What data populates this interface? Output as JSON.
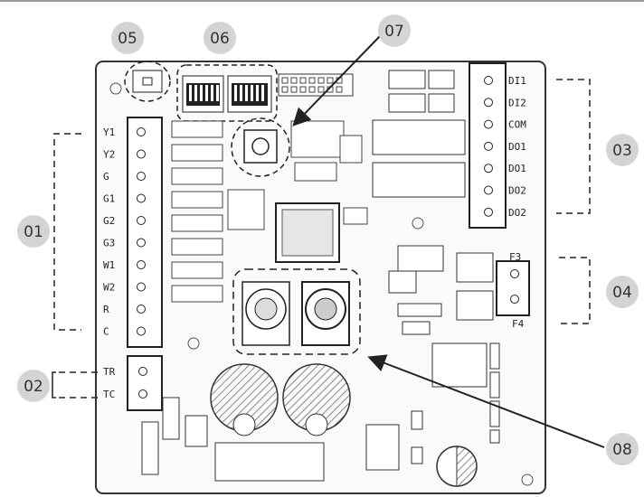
{
  "callouts": [
    {
      "id": "01",
      "label": "01"
    },
    {
      "id": "02",
      "label": "02"
    },
    {
      "id": "03",
      "label": "03"
    },
    {
      "id": "04",
      "label": "04"
    },
    {
      "id": "05",
      "label": "05"
    },
    {
      "id": "06",
      "label": "06"
    },
    {
      "id": "07",
      "label": "07"
    },
    {
      "id": "08",
      "label": "08"
    }
  ],
  "left_terminal_labels": [
    "Y1",
    "Y2",
    "G",
    "G1",
    "G2",
    "G3",
    "W1",
    "W2",
    "R",
    "C"
  ],
  "bottom_left_labels": [
    "TR",
    "TC"
  ],
  "right_terminal_labels": [
    "DI1",
    "DI2",
    "COM",
    "DO1",
    "DO1",
    "DO2",
    "DO2"
  ],
  "fuse_labels": [
    "F3",
    "F4"
  ]
}
